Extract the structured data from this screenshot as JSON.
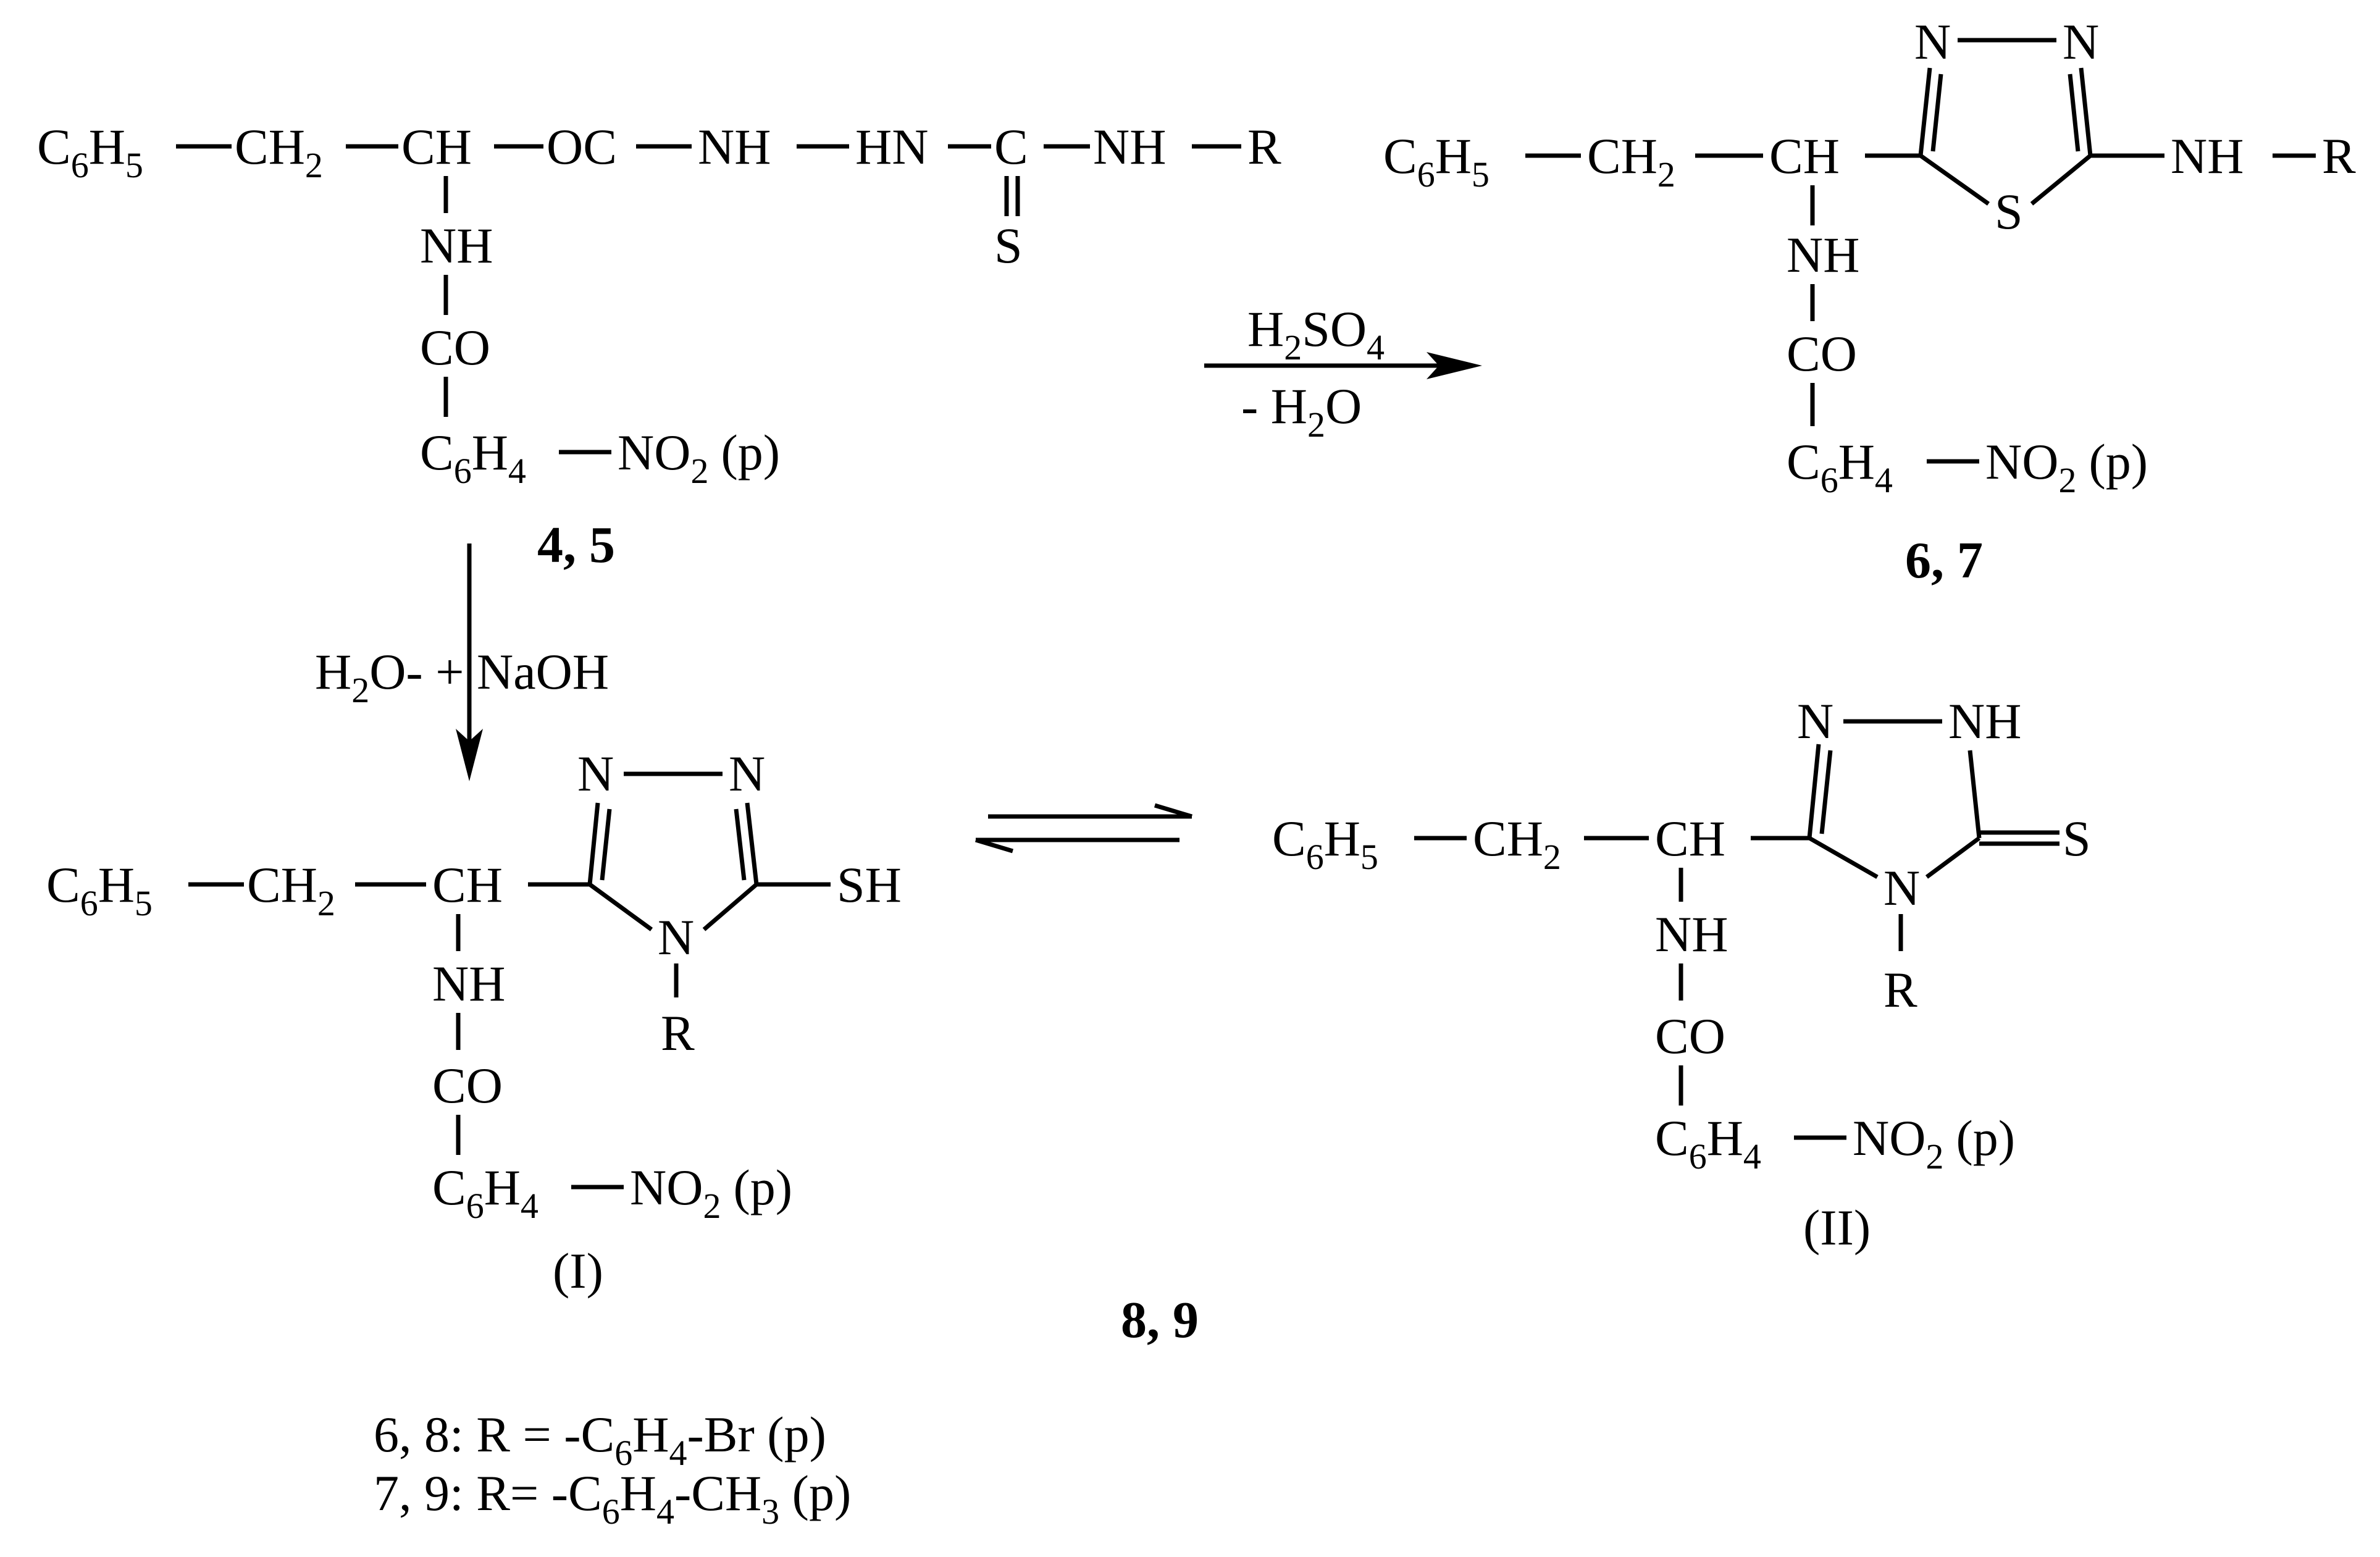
{
  "diagram": {
    "title": "",
    "reactant": {
      "chain": {
        "c6h5": "C",
        "c6h5_sub1": "6",
        "c6h5_mid": "H",
        "c6h5_sub2": "5",
        "ch2": "CH",
        "ch2_sub": "2",
        "ch": "CH",
        "oc": "OC",
        "nh1": "NH",
        "hn": "HN",
        "c": "C",
        "nh2": "NH",
        "r": "R",
        "s": "S"
      },
      "side": {
        "nh": "NH",
        "co": "CO",
        "c6h4": "C",
        "c6h4_sub1": "6",
        "c6h4_mid": "H",
        "c6h4_sub2": "4",
        "no2": "NO",
        "no2_sub": "2",
        "para": "(p)"
      },
      "label": "4, 5"
    },
    "thiadiazole": {
      "chain": {
        "c6h5": "C",
        "c6h5_sub1": "6",
        "c6h5_mid": "H",
        "c6h5_sub2": "5",
        "ch2": "CH",
        "ch2_sub": "2",
        "ch": "CH",
        "n1": "N",
        "n2": "N",
        "s": "S",
        "nh": "NH",
        "r": "R"
      },
      "side": {
        "nh": "NH",
        "co": "CO",
        "c6h4": "C",
        "c6h4_sub1": "6",
        "c6h4_mid": "H",
        "c6h4_sub2": "4",
        "no2": "NO",
        "no2_sub": "2",
        "para": "(p)"
      },
      "label": "6, 7"
    },
    "reagent_acid": {
      "top": "H",
      "top_sub": "2",
      "top_rest": "SO",
      "top_sub2": "4",
      "bottom": "- H",
      "bottom_sub": "2",
      "bottom_rest": "O"
    },
    "reagent_base": {
      "text1": "H",
      "text1_sub": "2",
      "text1_rest": "O- + NaOH"
    },
    "triazole_thiol": {
      "chain": {
        "c6h5": "C",
        "c6h5_sub1": "6",
        "c6h5_mid": "H",
        "c6h5_sub2": "5",
        "ch2": "CH",
        "ch2_sub": "2",
        "ch": "CH",
        "n1": "N",
        "n2": "N",
        "n4": "N",
        "sh": "SH",
        "r": "R"
      },
      "side": {
        "nh": "NH",
        "co": "CO",
        "c6h4": "C",
        "c6h4_sub1": "6",
        "c6h4_mid": "H",
        "c6h4_sub2": "4",
        "no2": "NO",
        "no2_sub": "2",
        "para": "(p)"
      },
      "label": "(I)"
    },
    "triazole_thione": {
      "chain": {
        "c6h5": "C",
        "c6h5_sub1": "6",
        "c6h5_mid": "H",
        "c6h5_sub2": "5",
        "ch2": "CH",
        "ch2_sub": "2",
        "ch": "CH",
        "n1": "N",
        "nh": "NH",
        "n4": "N",
        "s": "S",
        "r": "R"
      },
      "side": {
        "nh": "NH",
        "co": "CO",
        "c6h4": "C",
        "c6h4_sub1": "6",
        "c6h4_mid": "H",
        "c6h4_sub2": "4",
        "no2": "NO",
        "no2_sub": "2",
        "para": "(p)"
      },
      "label": "(II)"
    },
    "product_label": "8, 9",
    "legend": {
      "line1_a": "6, 8: R = -C",
      "line1_sub1": "6",
      "line1_b": "H",
      "line1_sub2": "4",
      "line1_c": "-Br (p)",
      "line2_a": "7, 9: R= -C",
      "line2_sub1": "6",
      "line2_b": "H",
      "line2_sub2": "4",
      "line2_c": "-CH",
      "line2_sub3": "3",
      "line2_d": " (p)"
    }
  }
}
